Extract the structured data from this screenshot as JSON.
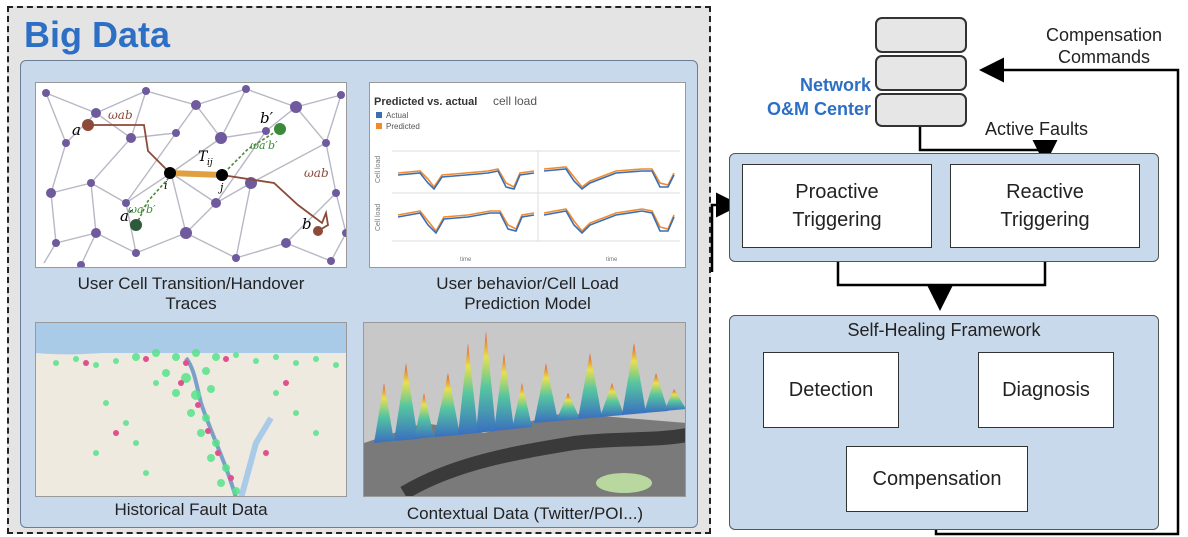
{
  "big_data": {
    "title": "Big Data",
    "graph": {
      "caption_line1": "User Cell Transition/Handover",
      "caption_line2": "Traces",
      "labels": {
        "a": "a",
        "a_prime": "a′",
        "b": "b",
        "b_prime": "b′",
        "i": "i",
        "j": "j",
        "t_ij": "T",
        "t_ij_sub": "ij",
        "w_ab1": "ωab",
        "w_ab2": "ωab",
        "w_apbp1": "ωa′b′",
        "w_apbp2": "ωa′b′"
      }
    },
    "prediction": {
      "caption_line1": "User behavior/Cell Load",
      "caption_line2": "Prediction Model",
      "chart_title_bold": "Predicted vs. actual",
      "chart_title_normal": "cell load",
      "legend": [
        "Actual",
        "Predicted"
      ],
      "y_label": "Cell load",
      "x_label": "time",
      "series_colors": {
        "actual": "#3a6fb5",
        "predicted": "#f08a2c"
      }
    },
    "fault_map": {
      "caption": "Historical Fault Data"
    },
    "contextual": {
      "caption": "Contextual Data (Twitter/POI...)"
    }
  },
  "right": {
    "center_line1": "Network",
    "center_line2": "O&M Center",
    "compensation_cmd_line1": "Compensation",
    "compensation_cmd_line2": "Commands",
    "active_faults": "Active Faults",
    "proactive_line1": "Proactive",
    "proactive_line2": "Triggering",
    "reactive_line1": "Reactive",
    "reactive_line2": "Triggering",
    "framework": "Self-Healing Framework",
    "detection": "Detection",
    "diagnosis": "Diagnosis",
    "compensation": "Compensation"
  }
}
